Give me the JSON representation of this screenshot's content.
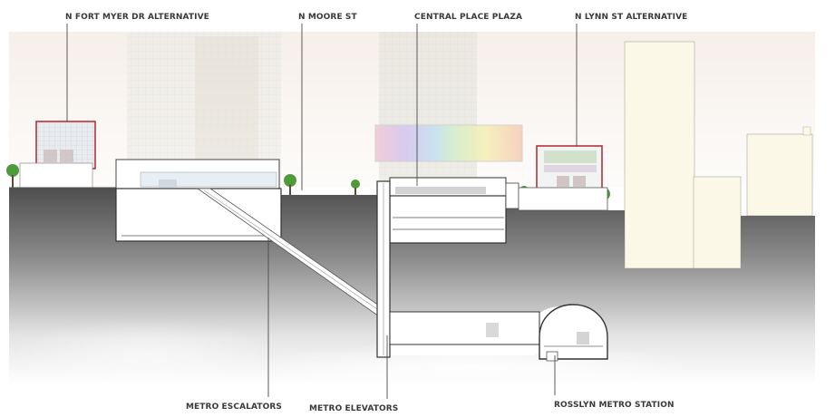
{
  "labels": {
    "fort_myer": "N FORT MYER DR ALTERNATIVE",
    "moore": "N MOORE ST",
    "central_plaza": "CENTRAL PLACE PLAZA",
    "lynn": "N LYNN ST ALTERNATIVE",
    "metro_escalators": "METRO ESCALATORS",
    "metro_elevators": "METRO ELEVATORS",
    "rosslyn_station": "ROSSLYN METRO STATION"
  },
  "colors": {
    "ground": "#5d5d5d",
    "frame_red": "#b3343e",
    "tree": "#4f9a3a",
    "building_cream": "#fbf8e8",
    "sky_top": "#f6efe9"
  }
}
